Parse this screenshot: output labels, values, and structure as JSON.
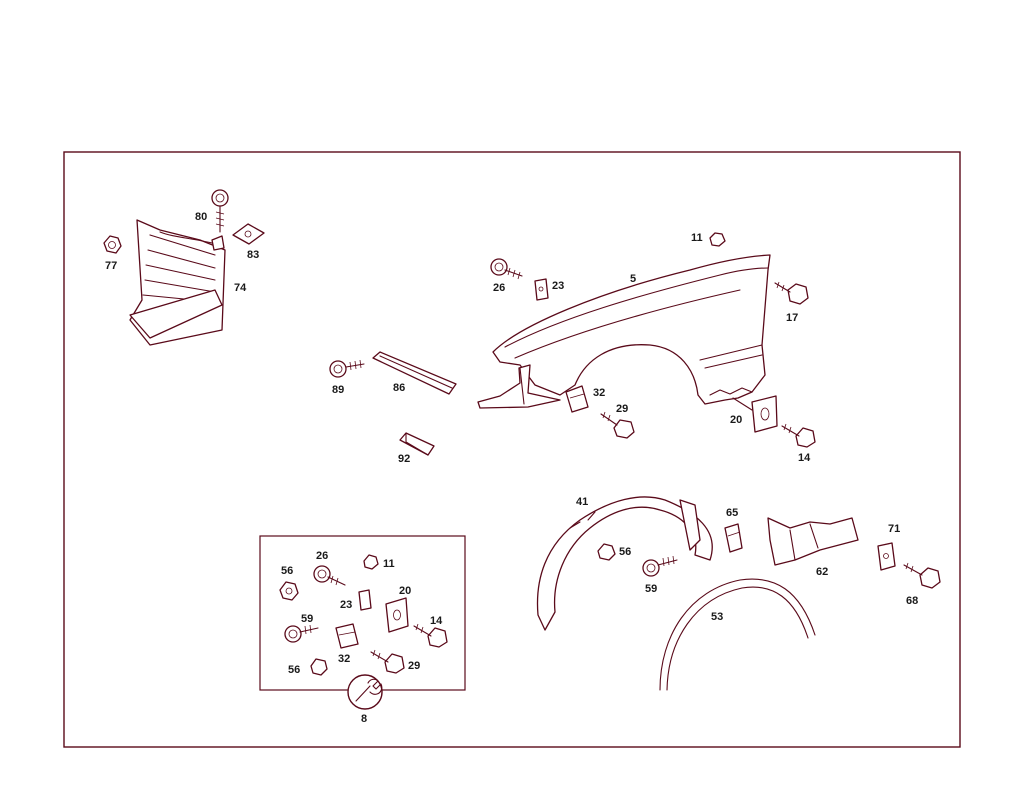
{
  "colors": {
    "line": "#5a0a1a",
    "frame": "#5a0a1a",
    "background": "#ffffff",
    "label": "#1a1a1a"
  },
  "labels": {
    "p80": "80",
    "p77": "77",
    "p83": "83",
    "p74": "74",
    "p11": "11",
    "p26": "26",
    "p23": "23",
    "p5": "5",
    "p17": "17",
    "p89": "89",
    "p86": "86",
    "p32": "32",
    "p29": "29",
    "p20": "20",
    "p14": "14",
    "p92": "92",
    "p41": "41",
    "p56": "56",
    "p65": "65",
    "p59": "59",
    "p62": "62",
    "p71": "71",
    "p68": "68",
    "p53": "53",
    "k56a": "56",
    "k26": "26",
    "k11": "11",
    "k23": "23",
    "k20": "20",
    "k59": "59",
    "k14": "14",
    "k32": "32",
    "k56b": "56",
    "k29": "29",
    "k8": "8"
  },
  "icons": [
    "bolt-icon",
    "nut-icon",
    "clip-icon",
    "wrench-icon"
  ]
}
